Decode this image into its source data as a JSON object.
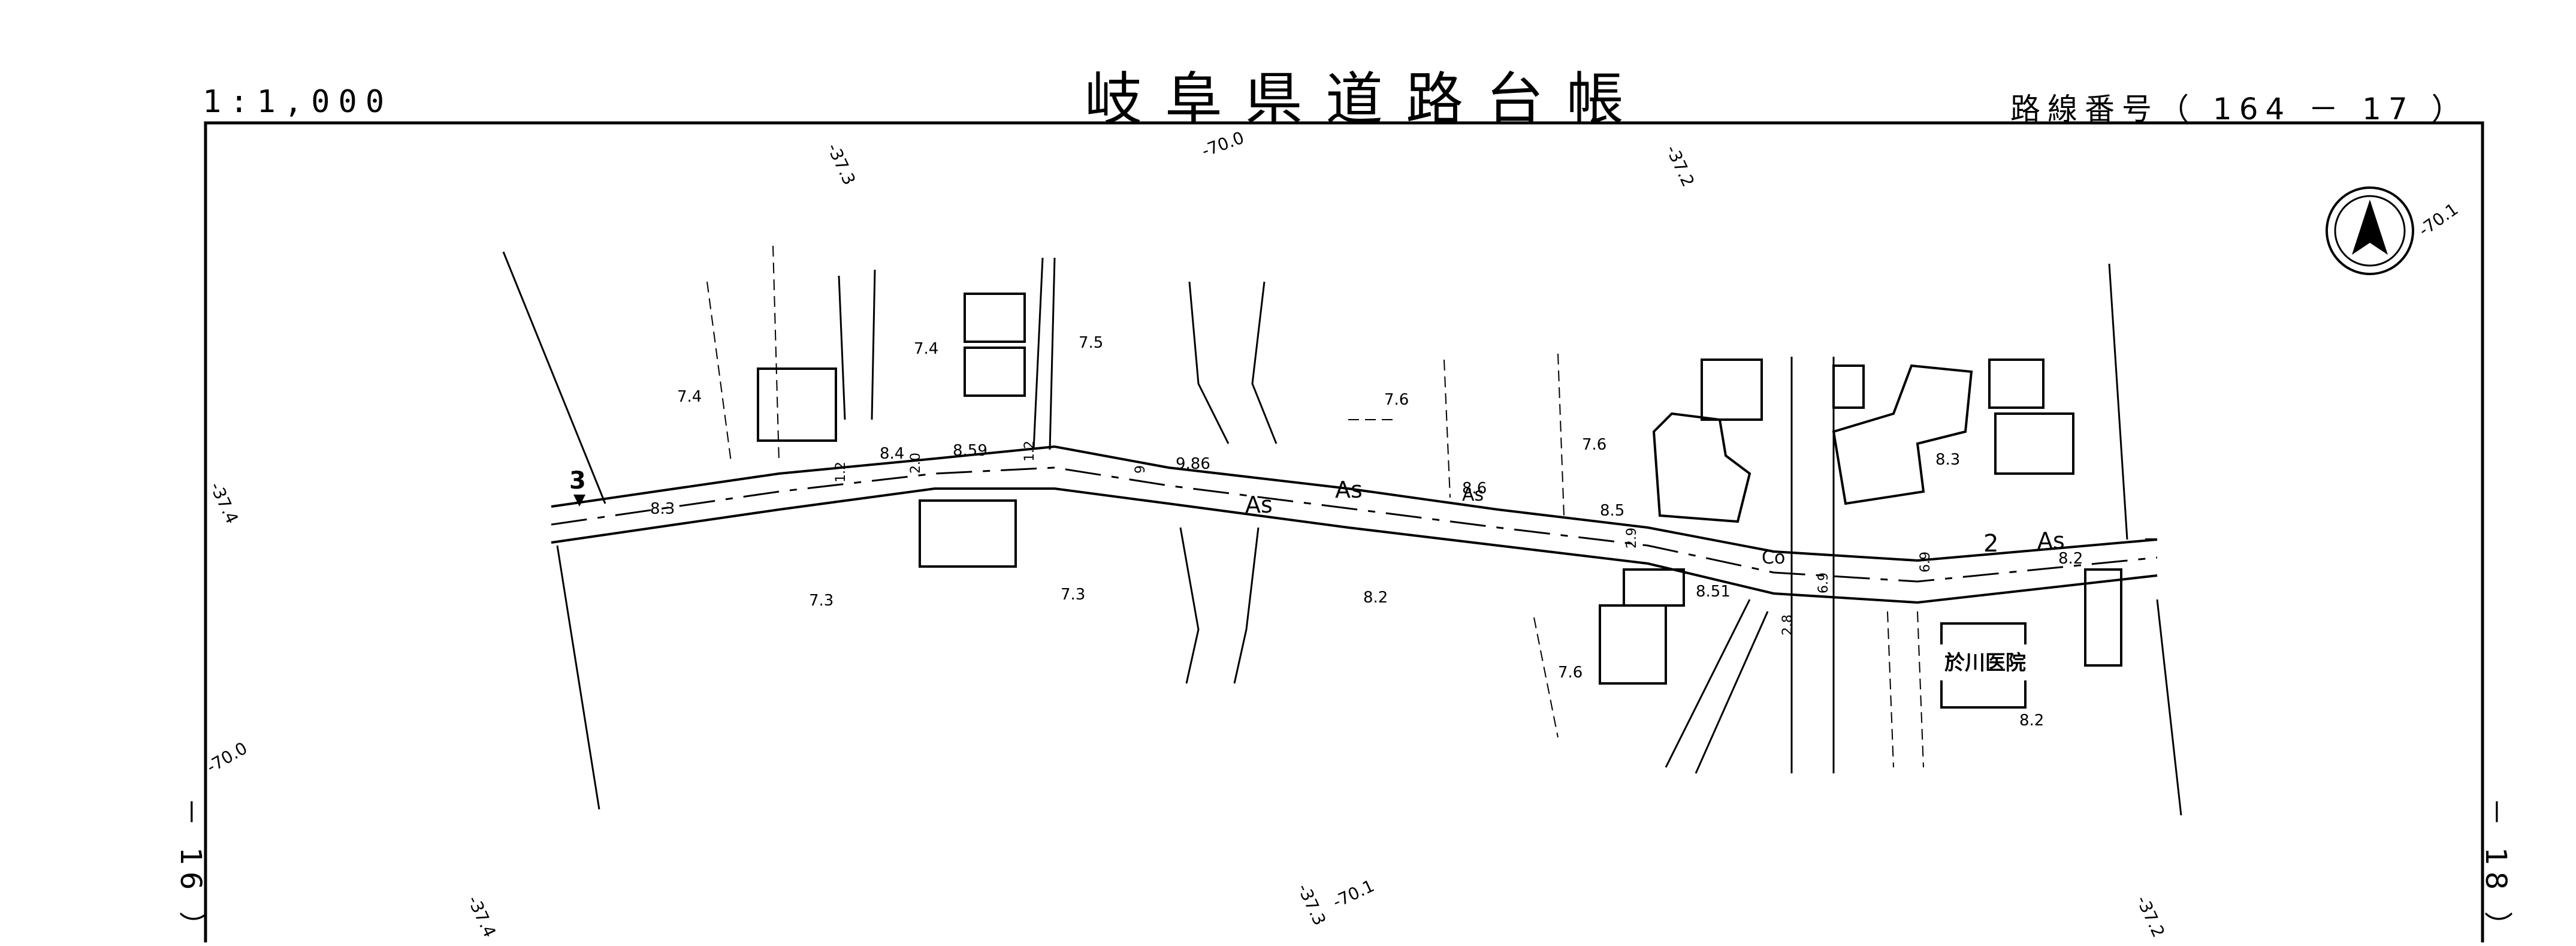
{
  "header": {
    "title": "岐阜県道路台帳",
    "scale": "1:1,000",
    "route_number": "路線番号（ 164 － 17 ）"
  },
  "adjacent_sheets": {
    "left": "－ 16 ）",
    "right": "－ 18 ）"
  },
  "map": {
    "north_arrow": "north-arrow-icon",
    "grid_ticks": [
      "-37.3",
      "-70.0",
      "-37.2",
      "-70.1",
      "-37.4",
      "-70.0",
      "-37.4",
      "-37.3",
      "-70.1",
      "-37.2"
    ],
    "road_markers": [
      "3",
      "2"
    ],
    "surface_labels": [
      "As",
      "As",
      "As",
      "As",
      "Co"
    ],
    "facility_label": "於川医院",
    "elevations": [
      "7.4",
      "7.4",
      "7.5",
      "7.6",
      "7.6",
      "8.3",
      "8.4",
      "8.59",
      "9.86",
      "8.6",
      "8.5",
      "8.3",
      "7.3",
      "7.3",
      "8.2",
      "8.51",
      "7.6",
      "8.2",
      "8.2"
    ],
    "widths": [
      "1.2",
      "2.0",
      "1.2",
      "9",
      "6.9",
      "6.9",
      "2.8",
      "2.9"
    ]
  }
}
